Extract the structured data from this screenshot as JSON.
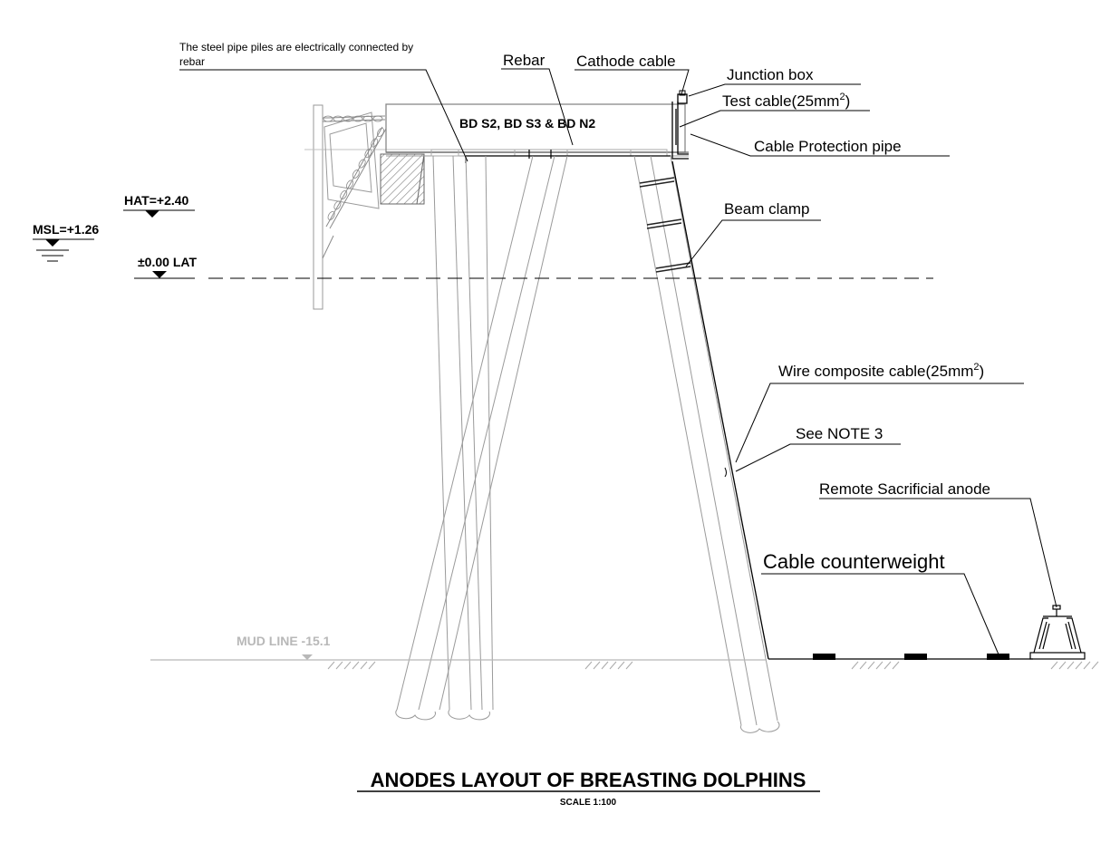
{
  "drawing": {
    "title": "ANODES LAYOUT OF BREASTING DOLPHINS",
    "scale": "SCALE 1:100"
  },
  "structure": {
    "dolphin_ids": "BD S2, BD S3 & BD N2"
  },
  "levels": {
    "hat": "HAT=+2.40",
    "msl": "MSL=+1.26",
    "lat": "±0.00 LAT",
    "mud_line": "MUD LINE -15.1"
  },
  "callouts": {
    "steel_pipe_note_line1": "The steel pipe piles are electrically connected by",
    "steel_pipe_note_line2": "rebar",
    "rebar": "Rebar",
    "cathode_cable": "Cathode cable",
    "junction_box": "Junction box",
    "test_cable": "Test cable(25mm",
    "test_cable_close": ")",
    "cable_protection_pipe": "Cable Protection pipe",
    "beam_clamp": "Beam clamp",
    "wire_composite_cable": "Wire composite cable(25mm",
    "wire_composite_cable_close": ")",
    "see_note": "See NOTE 3",
    "remote_anode": "Remote Sacrificial anode",
    "cable_counterweight": "Cable counterweight",
    "superscript_2": "2"
  },
  "colors": {
    "line": "#000000",
    "pile": "#a0a0a0",
    "mudline": "#b8b8b8",
    "hatch": "#8a8a8a"
  }
}
